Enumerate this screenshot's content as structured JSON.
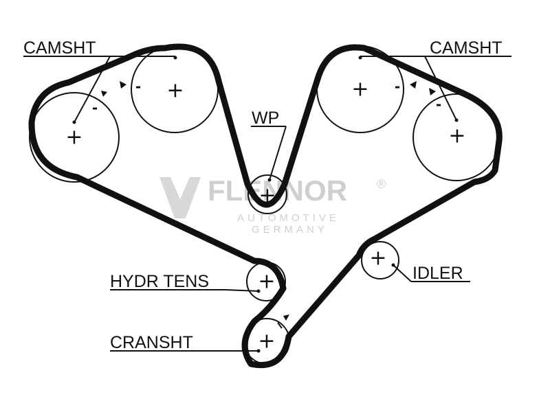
{
  "labels": {
    "camshaft_left": "CAMSHT",
    "camshaft_right": "CAMSHT",
    "water_pump": "WP",
    "hydraulic_tensioner": "HYDR TENS",
    "crankshaft": "CRANSHT",
    "idler": "IDLER"
  },
  "watermark": {
    "brand": "FLENNOR",
    "registered": "®",
    "line1": "AUTOMOTIVE",
    "line2": "GERMANY"
  },
  "markers": {
    "center": "+",
    "minus": "-"
  }
}
